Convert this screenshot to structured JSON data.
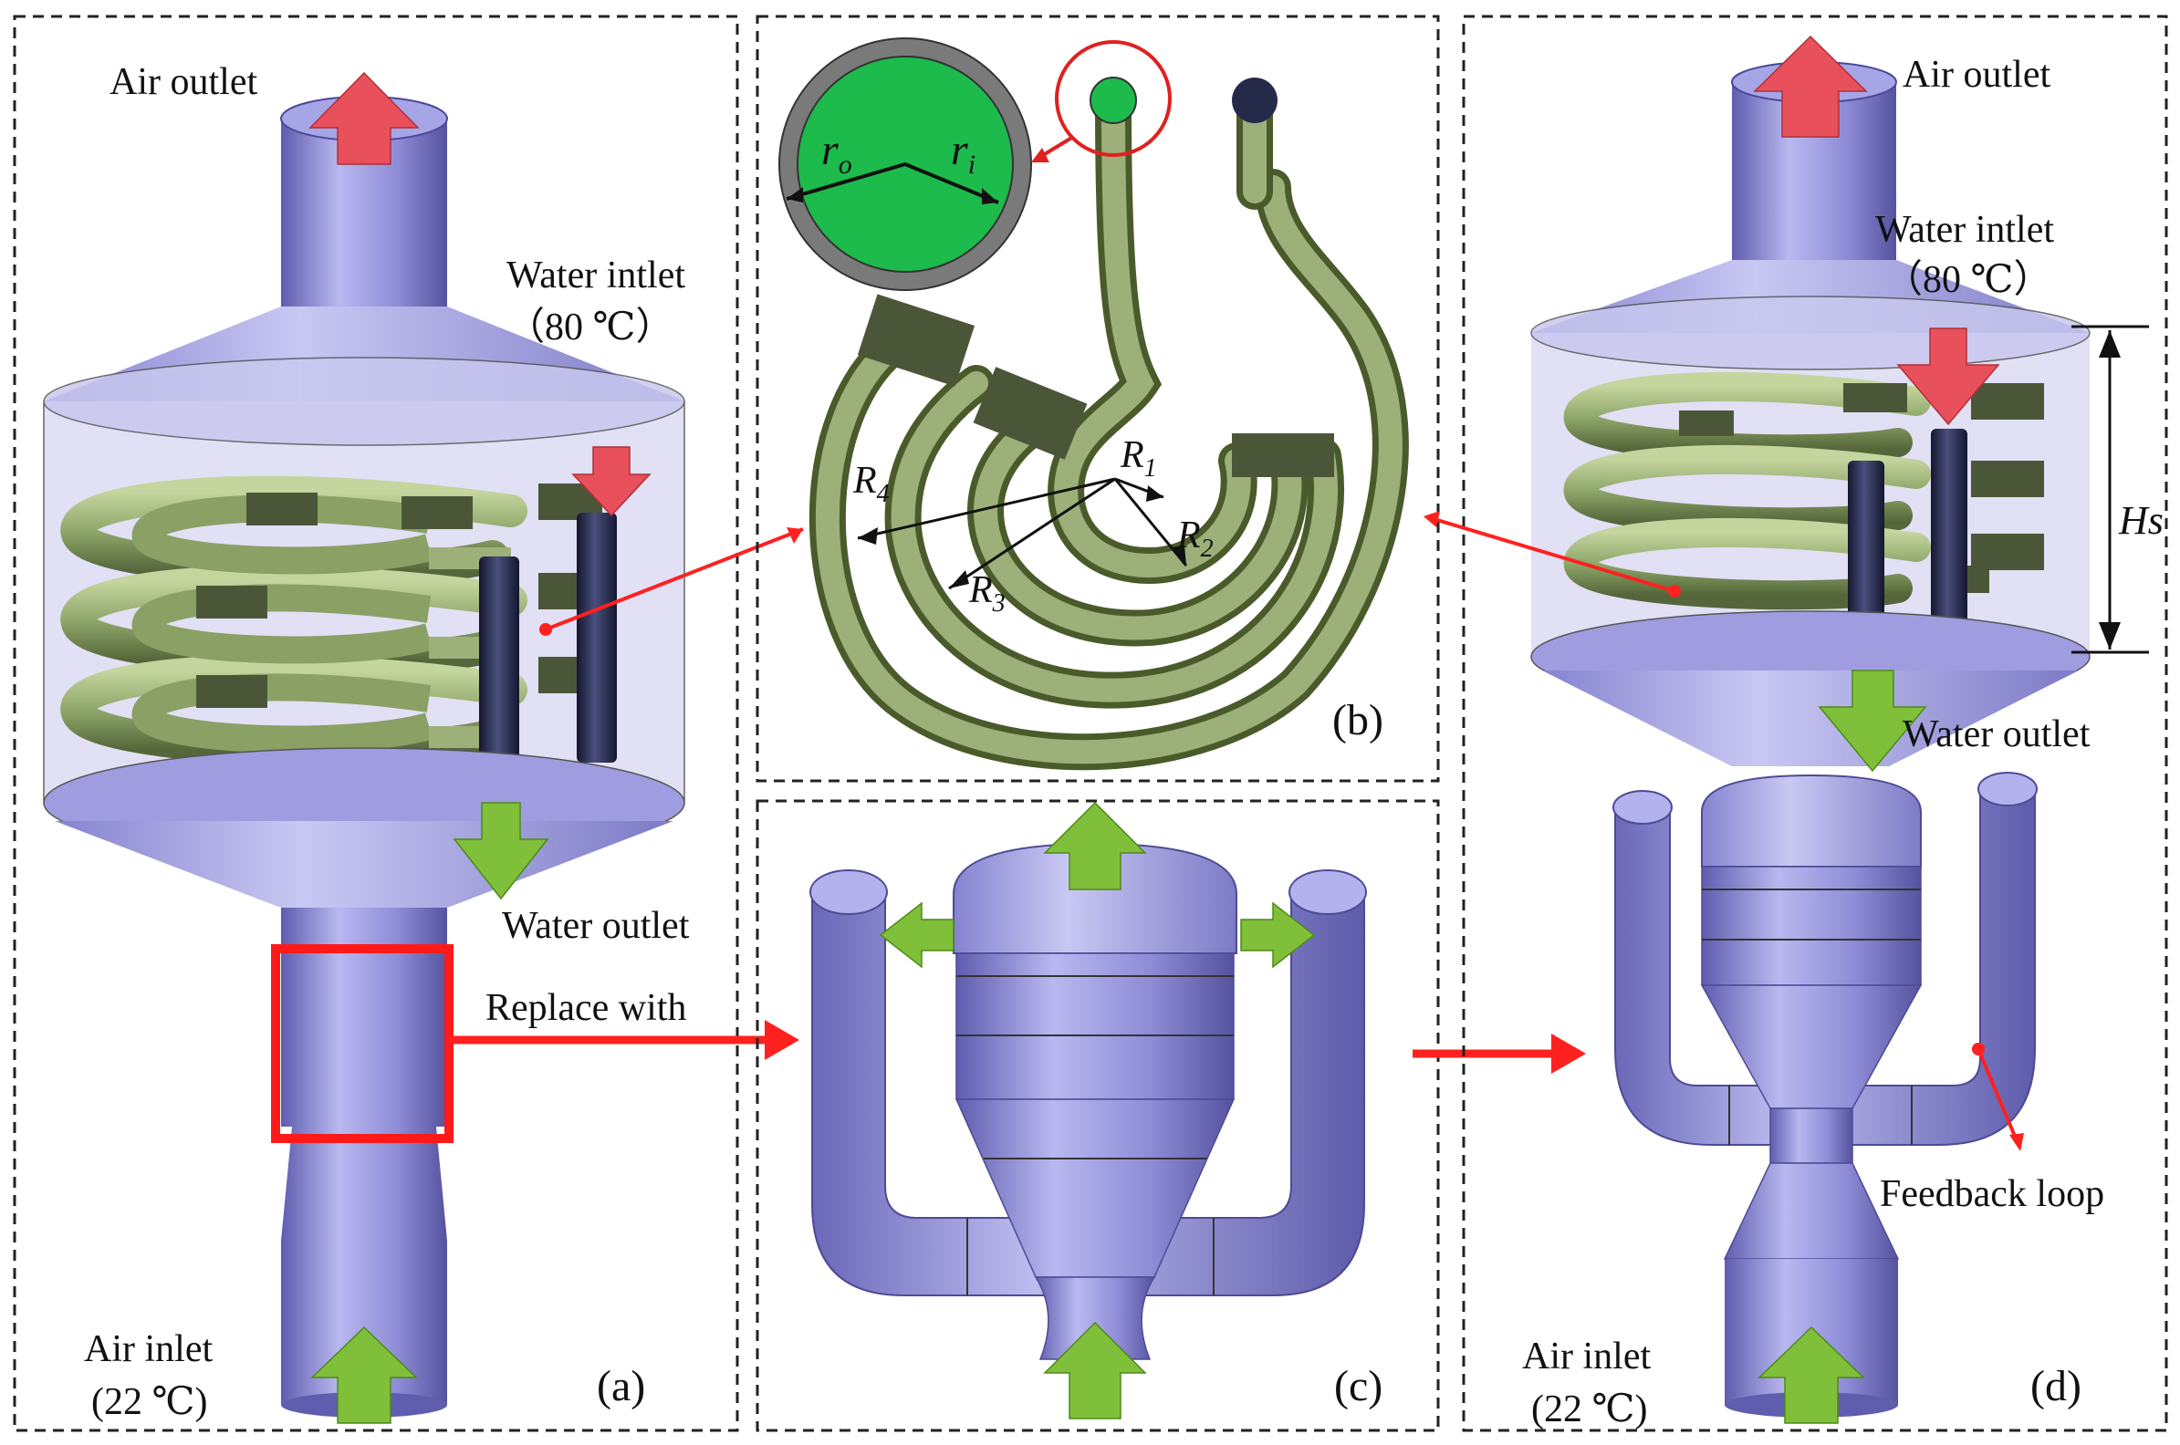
{
  "colors": {
    "panel_border": "#222222",
    "housing": "#aaa9e6",
    "housing_dark": "#6e6cc2",
    "coil": "#9db07a",
    "coil_dark": "#4a5b2b",
    "coil_top": "#5e7038",
    "fin": "#4b5638",
    "rod": "#262a4a",
    "arrow_red": "#e8505b",
    "arrow_green": "#7fbf3a",
    "pointer_red": "#ff2020",
    "water_core": "#1dba4c",
    "pipe_wall": "#7a7a7a"
  },
  "icons": {
    "up_arrow": "up-arrow-icon",
    "down_arrow": "down-arrow-icon"
  },
  "panel_a": {
    "air_outlet": "Air outlet",
    "water_inlet": "Water intlet",
    "water_inlet_temp": "（80 ℃）",
    "water_outlet": "Water outlet",
    "replace_with": "Replace with",
    "air_inlet": "Air inlet",
    "air_inlet_temp": "(22 ℃)",
    "tag": "(a)"
  },
  "panel_b": {
    "r_o": "r",
    "r_o_sub": "o",
    "r_i": "r",
    "r_i_sub": "i",
    "R1": "R",
    "R1_sub": "1",
    "R2": "R",
    "R2_sub": "2",
    "R3": "R",
    "R3_sub": "3",
    "R4": "R",
    "R4_sub": "4",
    "tag": "(b)"
  },
  "panel_c": {
    "tag": "(c)"
  },
  "panel_d": {
    "air_outlet": "Air outlet",
    "water_inlet": "Water intlet",
    "water_inlet_temp": "（80 ℃）",
    "height_label": "Hs",
    "water_outlet": "Water outlet",
    "feedback_loop": "Feedback loop",
    "air_inlet": "Air inlet",
    "air_inlet_temp": "(22 ℃)",
    "tag": "(d)"
  }
}
